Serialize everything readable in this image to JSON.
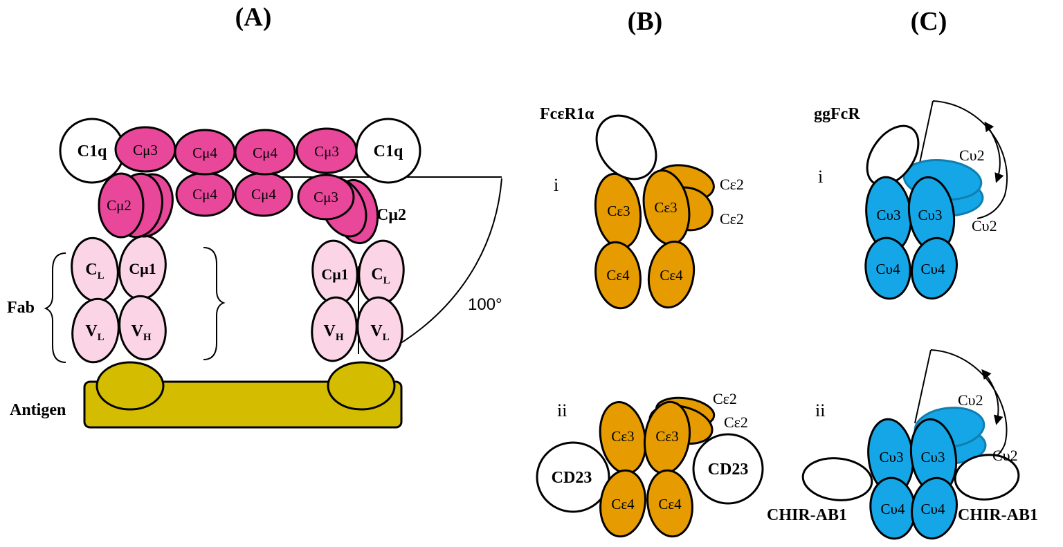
{
  "panels": {
    "A": "(A)",
    "B": "(B)",
    "C": "(C)"
  },
  "colors": {
    "magenta": "#e8479a",
    "pale_pink": "#fbd5e6",
    "olive": "#d4bc00",
    "orange": "#e69c00",
    "cyan": "#14a6e6",
    "cyan_dark": "#0f7fb0"
  },
  "panelA": {
    "c1q_left": "C1q",
    "c1q_right": "C1q",
    "cmu3": "Cμ3",
    "cmu4": "Cμ4",
    "cmu2": "Cμ2",
    "cmu2_label": "Cμ2",
    "cmu1": "Cμ1",
    "cl_main": "C",
    "cl_sub": "L",
    "vl_main": "V",
    "vl_sub": "L",
    "vh_main": "V",
    "vh_sub": "H",
    "fab": "Fab",
    "antigen": "Antigen",
    "angle": "100°"
  },
  "panelB": {
    "i": "i",
    "ii": "ii",
    "receptor": "FcεR1α",
    "ce2": "Cε2",
    "ce3": "Cε3",
    "ce4": "Cε4",
    "cd23": "CD23"
  },
  "panelC": {
    "i": "i",
    "ii": "ii",
    "receptor": "ggFcR",
    "cv2": "Cυ2",
    "cv3": "Cυ3",
    "cv4": "Cυ4",
    "chir": "CHIR-AB1"
  }
}
